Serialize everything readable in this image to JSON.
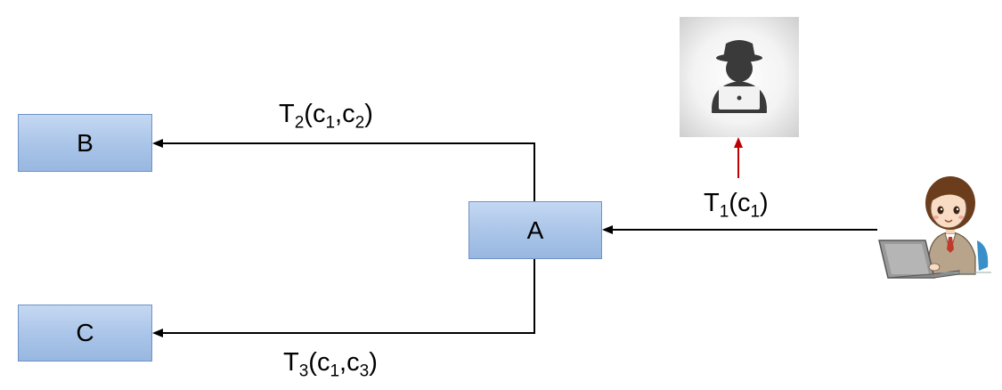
{
  "nodes": {
    "a": "A",
    "b": "B",
    "c": "C"
  },
  "edges": {
    "t1": {
      "name": "T",
      "index": "1",
      "open": "(c",
      "arg1": "1",
      "close": ")"
    },
    "t2": {
      "name": "T",
      "index": "2",
      "open": "(c",
      "arg1": "1",
      "sep": ",c",
      "arg2": "2",
      "close": ")"
    },
    "t3": {
      "name": "T",
      "index": "3",
      "open": "(c",
      "arg1": "1",
      "sep": ",c",
      "arg2": "3",
      "close": ")"
    }
  },
  "icons": {
    "hacker": "hacker-icon",
    "user": "user-at-laptop-icon"
  },
  "colors": {
    "node_fill": "#a9c4e8",
    "node_border": "#6f93c4",
    "arrow": "#000000",
    "interception_arrow": "#c00000"
  }
}
